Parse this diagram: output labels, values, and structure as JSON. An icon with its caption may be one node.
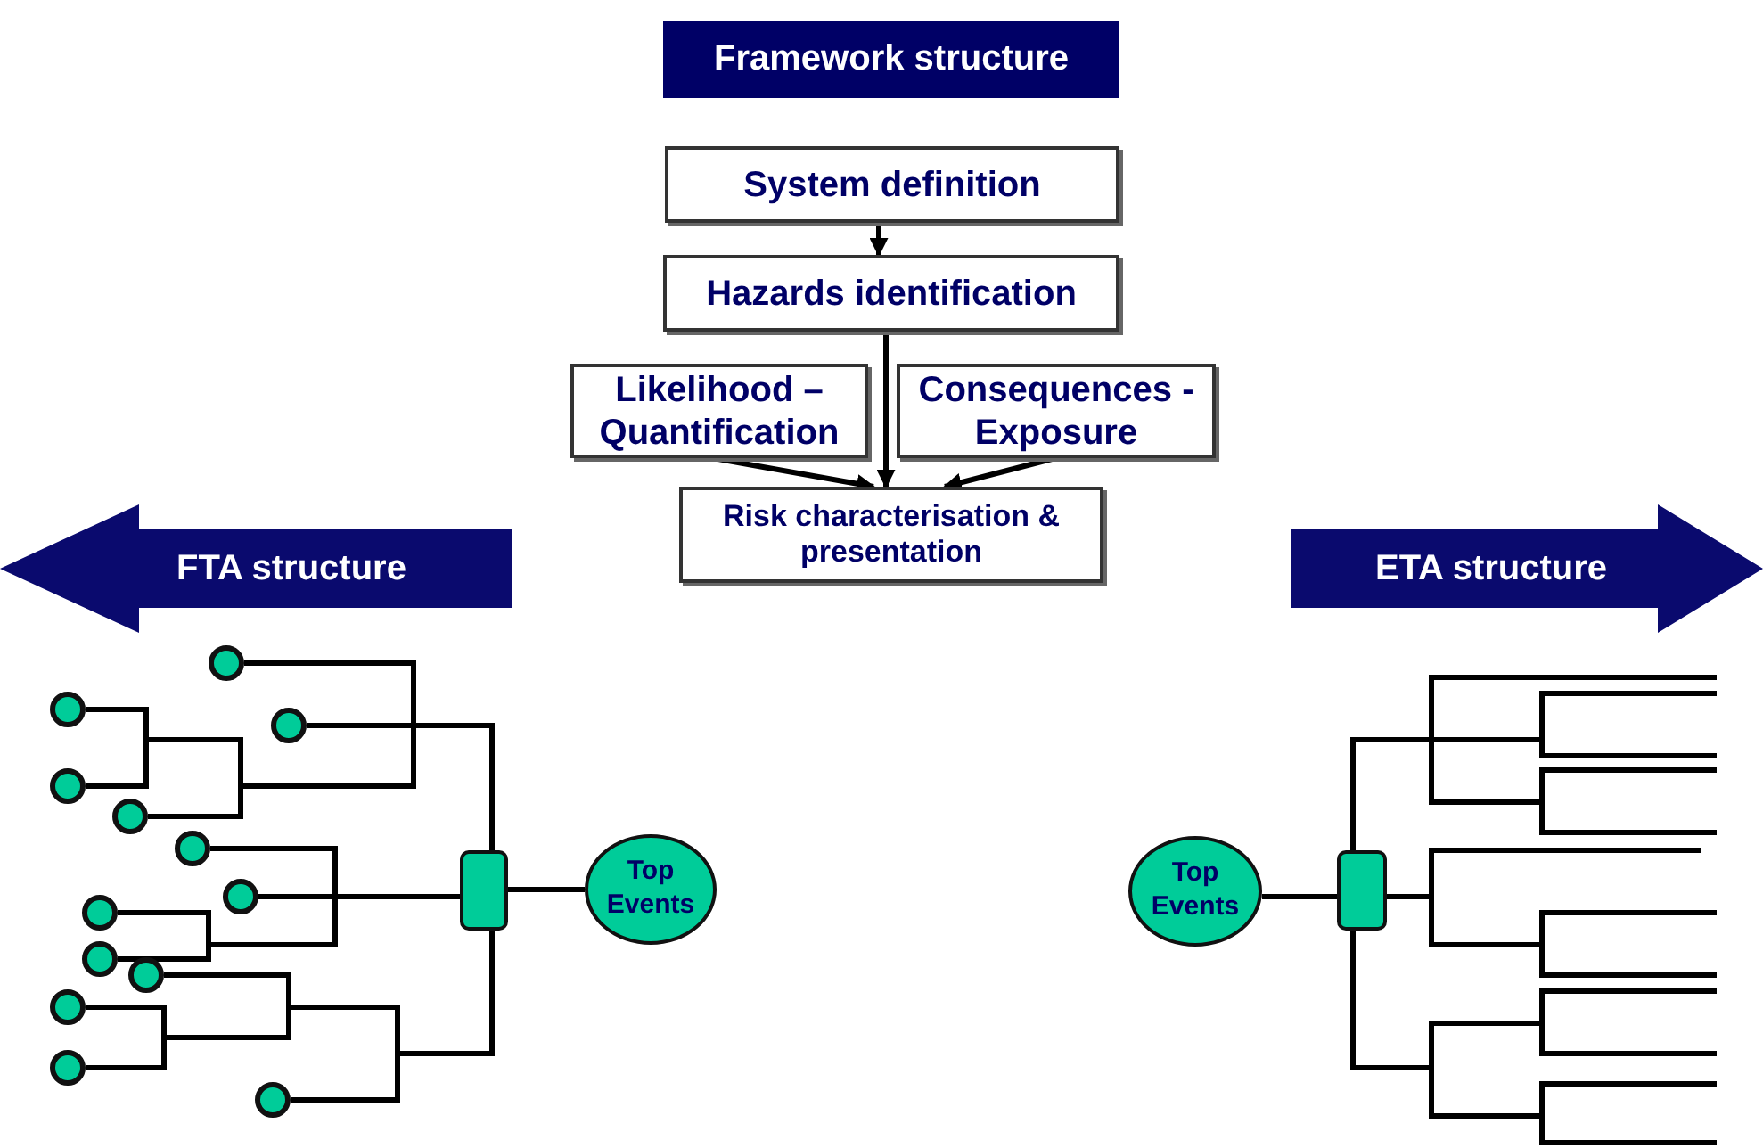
{
  "diagram": {
    "title": "Framework structure",
    "nodes": [
      {
        "text": [
          "System definition"
        ]
      },
      {
        "text": [
          "Hazards identification"
        ]
      },
      {
        "text": [
          "Likelihood – Quantification"
        ]
      },
      {
        "text": [
          "Consequences - Exposure"
        ]
      },
      {
        "text": [
          "Risk characterisation & presentation"
        ]
      },
      {
        "text": [
          "FTA structure"
        ]
      },
      {
        "text": [
          "ETA structure"
        ]
      },
      {
        "text": [],
        "shape": "circle"
      },
      {
        "text": [],
        "shape": "circle"
      },
      {
        "text": [],
        "shape": "circle"
      },
      {
        "text": [],
        "shape": "circle"
      },
      {
        "text": [],
        "shape": "circle"
      },
      {
        "text": [],
        "shape": "circle"
      },
      {
        "text": [],
        "shape": "circle"
      },
      {
        "text": [],
        "shape": "circle"
      },
      {
        "text": [],
        "shape": "circle"
      },
      {
        "text": [],
        "shape": "circle"
      },
      {
        "text": [],
        "shape": "circle"
      },
      {
        "text": [],
        "shape": "circle"
      },
      {
        "text": [],
        "shape": "circle"
      },
      {
        "text": [],
        "shape": "box"
      },
      {
        "text": [
          "Top Events"
        ]
      },
      {
        "text": [
          "Top Events"
        ]
      },
      {
        "text": [],
        "shape": "box"
      }
    ],
    "edges": [
      {
        "from": 0,
        "to": 1,
        "arrow": "to"
      },
      {
        "from": 1,
        "to": 4,
        "arrow": "to"
      },
      {
        "from": 2,
        "to": 4,
        "arrow": "to"
      },
      {
        "from": 3,
        "to": 4,
        "arrow": "to"
      },
      {
        "from": 7,
        "to": 20,
        "arrow": "none"
      },
      {
        "from": 8,
        "to": 20,
        "arrow": "none"
      },
      {
        "from": 9,
        "to": 20,
        "arrow": "none"
      },
      {
        "from": 10,
        "to": 20,
        "arrow": "none"
      },
      {
        "from": 11,
        "to": 20,
        "arrow": "none"
      },
      {
        "from": 12,
        "to": 20,
        "arrow": "none"
      },
      {
        "from": 13,
        "to": 20,
        "arrow": "none"
      },
      {
        "from": 14,
        "to": 20,
        "arrow": "none"
      },
      {
        "from": 15,
        "to": 20,
        "arrow": "none"
      },
      {
        "from": 16,
        "to": 20,
        "arrow": "none"
      },
      {
        "from": 17,
        "to": 20,
        "arrow": "none"
      },
      {
        "from": 18,
        "to": 20,
        "arrow": "none"
      },
      {
        "from": 19,
        "to": 20,
        "arrow": "none"
      },
      {
        "from": 20,
        "to": 21,
        "arrow": "none"
      },
      {
        "from": 22,
        "to": 23,
        "arrow": "none"
      },
      {
        "from": 23,
        "to": null,
        "arrow": "none"
      },
      {
        "from": 23,
        "to": null,
        "arrow": "none"
      },
      {
        "from": 23,
        "to": null,
        "arrow": "none"
      },
      {
        "from": 23,
        "to": null,
        "arrow": "none"
      },
      {
        "from": 23,
        "to": null,
        "arrow": "none"
      },
      {
        "from": 23,
        "to": null,
        "arrow": "none"
      },
      {
        "from": 23,
        "to": null,
        "arrow": "none"
      },
      {
        "from": 23,
        "to": null,
        "arrow": "none"
      },
      {
        "from": 23,
        "to": null,
        "arrow": "none"
      },
      {
        "from": 23,
        "to": null,
        "arrow": "none"
      },
      {
        "from": 23,
        "to": null,
        "arrow": "none"
      },
      {
        "from": 23,
        "to": null,
        "arrow": "none"
      }
    ]
  }
}
